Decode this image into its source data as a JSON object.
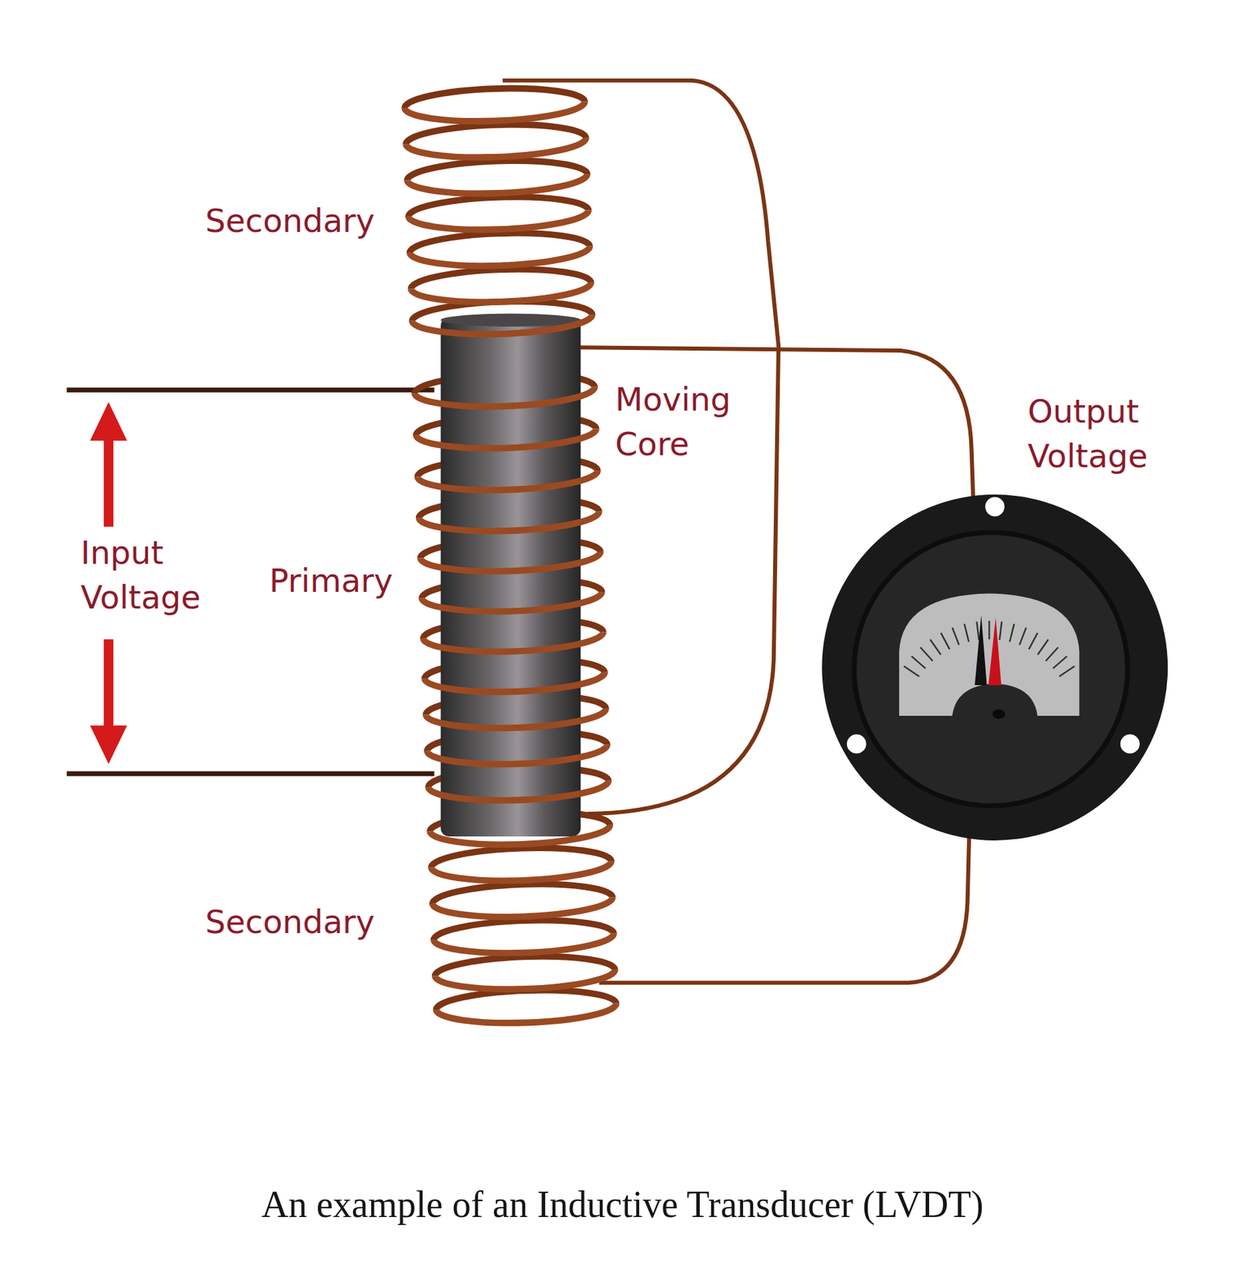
{
  "diagram": {
    "caption": "An example of an Inductive Transducer (LVDT)",
    "labels": [
      "Secondary",
      "Moving Core",
      "Output Voltage",
      "Input Voltage",
      "Primary",
      "Secondary"
    ]
  }
}
